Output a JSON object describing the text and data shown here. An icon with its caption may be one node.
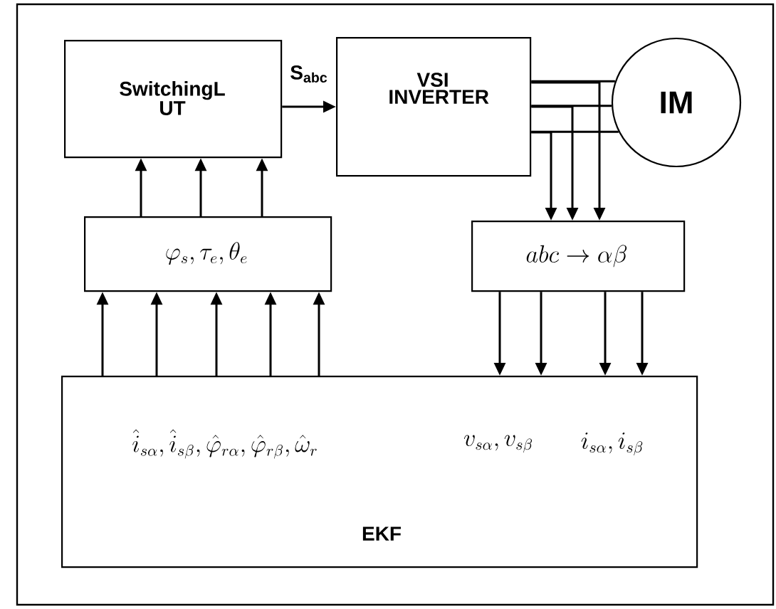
{
  "diagram": {
    "nodes": [
      {
        "text": [
          "SwitchingL UT"
        ]
      },
      {
        "text": [
          "VSI INVERTER"
        ]
      },
      {
        "text": [
          "IM"
        ]
      },
      {
        "text": [
          "\\varphi_s, \\tau_e, \\theta_e"
        ]
      },
      {
        "text": [
          "abc \\rightarrow \\alpha\\beta"
        ]
      },
      {
        "text": [
          "\\hat{i}_{s\\alpha}, \\hat{i}_{s\\beta}, \\hat{\\varphi}_{r\\alpha}, \\hat{\\varphi}_{r\\beta}, \\hat{\\omega}_r",
          "v_{s\\alpha}, v_{s\\beta}",
          "i_{s\\alpha}, i_{s\\beta}",
          "EKF"
        ]
      }
    ],
    "edges": [
      {
        "from": 0,
        "to": 1,
        "arrow": "to",
        "label": "S$_{abc}$"
      },
      {
        "from": 3,
        "to": 0,
        "arrow": "to"
      },
      {
        "from": 3,
        "to": 0,
        "arrow": "to"
      },
      {
        "from": 3,
        "to": 0,
        "arrow": "to"
      },
      {
        "from": 5,
        "to": 3,
        "arrow": "to"
      },
      {
        "from": 5,
        "to": 3,
        "arrow": "to"
      },
      {
        "from": 5,
        "to": 3,
        "arrow": "to"
      },
      {
        "from": 5,
        "to": 3,
        "arrow": "to"
      },
      {
        "from": 5,
        "to": 3,
        "arrow": "to"
      },
      {
        "from": 1,
        "to": 2,
        "arrow": "none"
      },
      {
        "from": 1,
        "to": 2,
        "arrow": "none"
      },
      {
        "from": 1,
        "to": 2,
        "arrow": "none"
      },
      {
        "from": 1,
        "to": 4,
        "arrow": "to"
      },
      {
        "from": 1,
        "to": 4,
        "arrow": "to"
      },
      {
        "from": 1,
        "to": 4,
        "arrow": "to"
      },
      {
        "from": 4,
        "to": 5,
        "arrow": "to"
      },
      {
        "from": 4,
        "to": 5,
        "arrow": "to"
      },
      {
        "from": 4,
        "to": 5,
        "arrow": "to"
      },
      {
        "from": 4,
        "to": 5,
        "arrow": "to"
      }
    ]
  }
}
